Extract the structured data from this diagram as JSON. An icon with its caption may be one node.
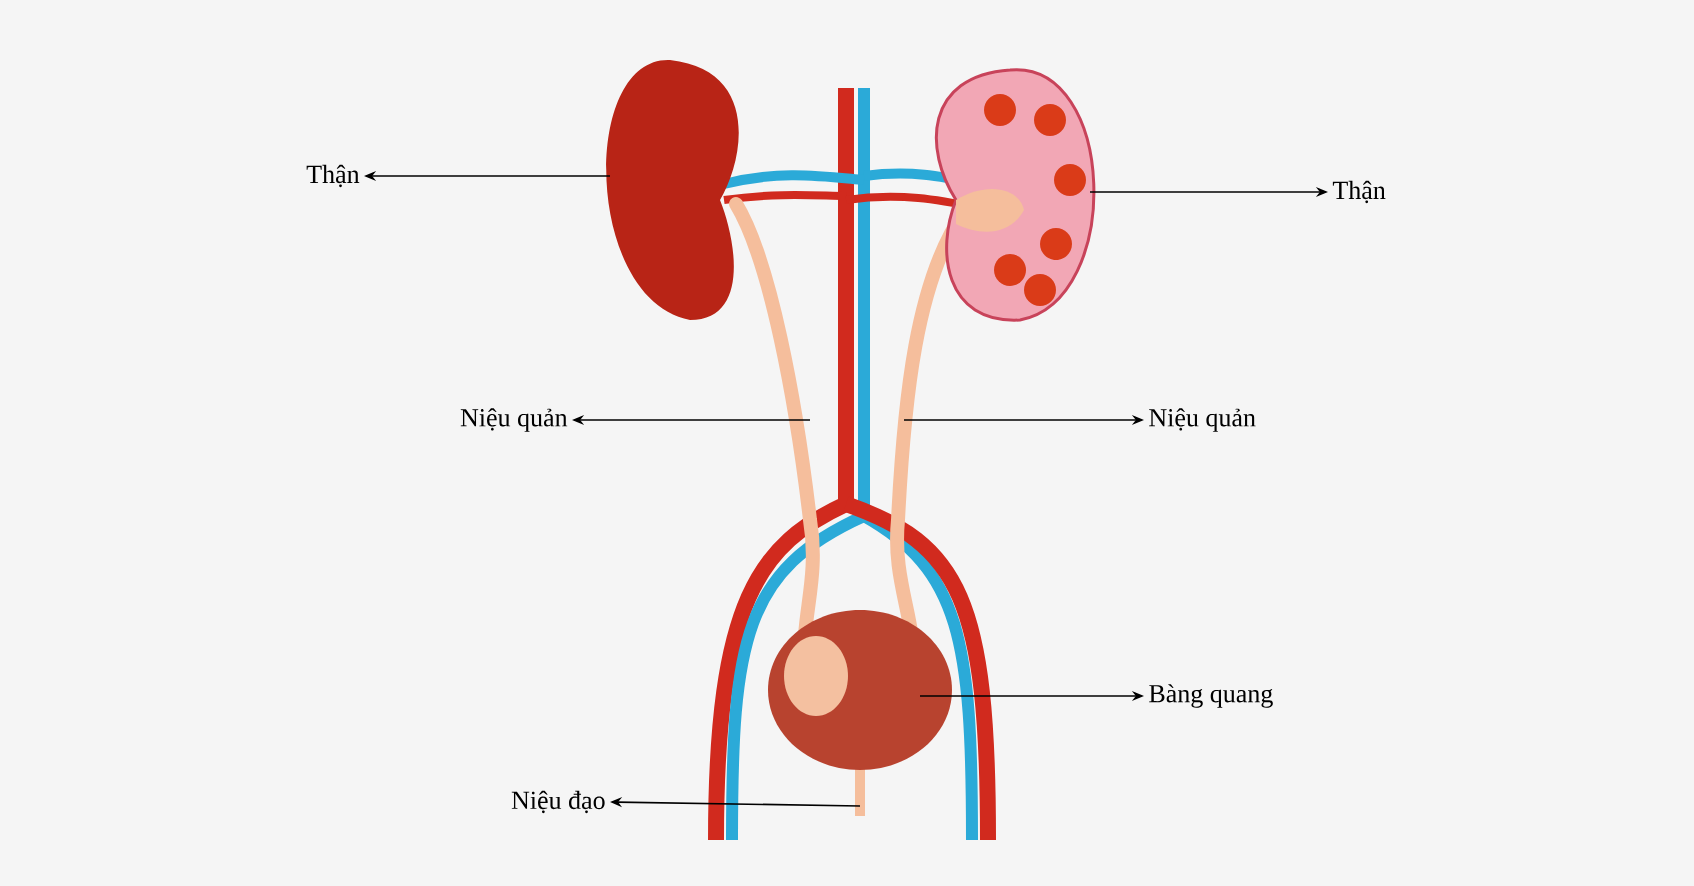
{
  "diagram": {
    "nodes": [
      {
        "text": [
          "Thận"
        ]
      },
      {
        "text": [
          "Thận"
        ]
      },
      {
        "text": [
          "Niệu quản"
        ]
      },
      {
        "text": [
          "Niệu quản"
        ]
      },
      {
        "text": [
          "Bàng quang"
        ]
      },
      {
        "text": [
          "Niệu đạo"
        ]
      }
    ],
    "edges": [
      {
        "from": null,
        "to": 0,
        "arrow": "to"
      },
      {
        "from": null,
        "to": 1,
        "arrow": "to"
      },
      {
        "from": null,
        "to": 2,
        "arrow": "to"
      },
      {
        "from": null,
        "to": 3,
        "arrow": "to"
      },
      {
        "from": null,
        "to": 4,
        "arrow": "to"
      },
      {
        "from": null,
        "to": 5,
        "arrow": "to"
      }
    ]
  }
}
